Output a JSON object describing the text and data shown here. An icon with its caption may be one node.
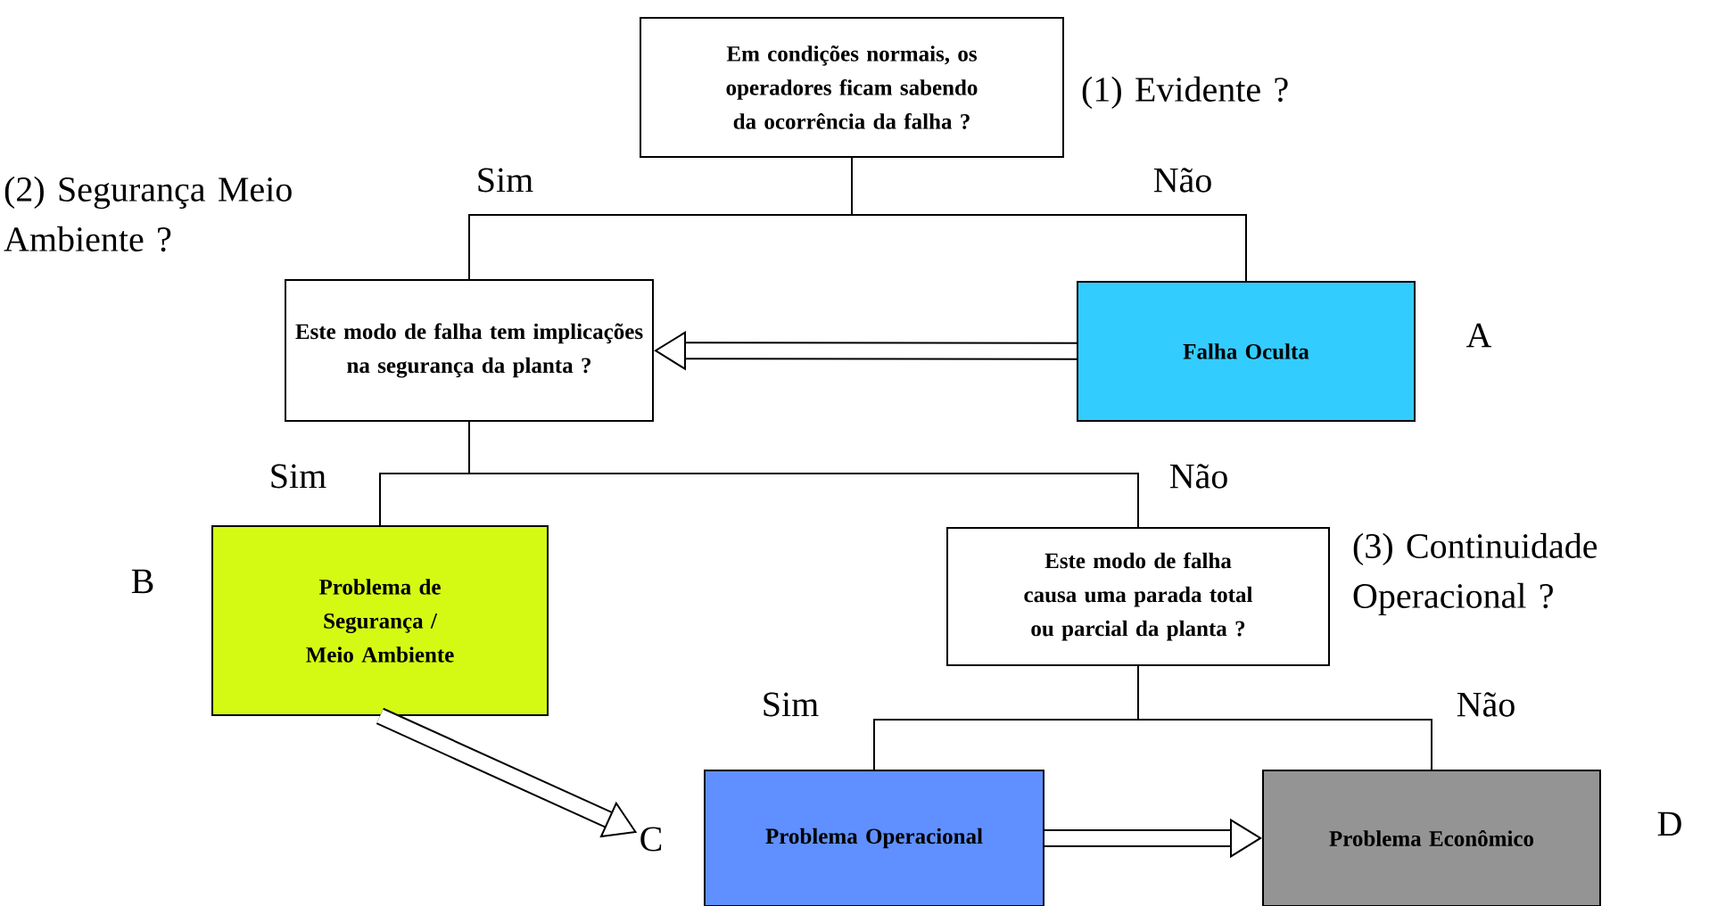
{
  "diagram": {
    "nodes": [
      {
        "text": [
          "Em condições normais, os operadores ficam sabendo da ocorrência da falha ?"
        ]
      },
      {
        "text": [
          "Este modo de falha tem implicações na segurança da planta ?"
        ]
      },
      {
        "text": [
          "Falha Oculta"
        ],
        "beside": [
          "A"
        ]
      },
      {
        "text": [
          "Problema de Segurança / Meio Ambiente"
        ],
        "beside": [
          "B"
        ]
      },
      {
        "text": [
          "Este modo de falha causa uma parada total ou parcial da planta ?"
        ]
      },
      {
        "text": [
          "Problema Operacional"
        ]
      },
      {
        "text": [
          "Problema Econômico"
        ],
        "beside": [
          "D"
        ]
      },
      {
        "text": [
          "C"
        ]
      }
    ],
    "edges": [
      {
        "from": 0,
        "to": 1,
        "arrow": "none",
        "label": "Sim"
      },
      {
        "from": 0,
        "to": 2,
        "arrow": "none",
        "label": "Não"
      },
      {
        "from": 2,
        "to": 1,
        "arrow": "to",
        "style": "thick"
      },
      {
        "from": 1,
        "to": 3,
        "arrow": "none",
        "label": "Sim"
      },
      {
        "from": 1,
        "to": 4,
        "arrow": "none",
        "label": "Não"
      },
      {
        "from": 3,
        "to": 7,
        "arrow": "to",
        "style": "thick"
      },
      {
        "from": 4,
        "to": 5,
        "arrow": "none",
        "label": "Sim"
      },
      {
        "from": 4,
        "to": 6,
        "arrow": "none",
        "label": "Não"
      },
      {
        "from": 5,
        "to": 6,
        "arrow": "to",
        "style": "thick"
      }
    ],
    "labels": [
      "(1) Evidente ?",
      "(2) Segurança Meio Ambiente ?",
      "(3) Continuidade Operacional ?"
    ]
  }
}
